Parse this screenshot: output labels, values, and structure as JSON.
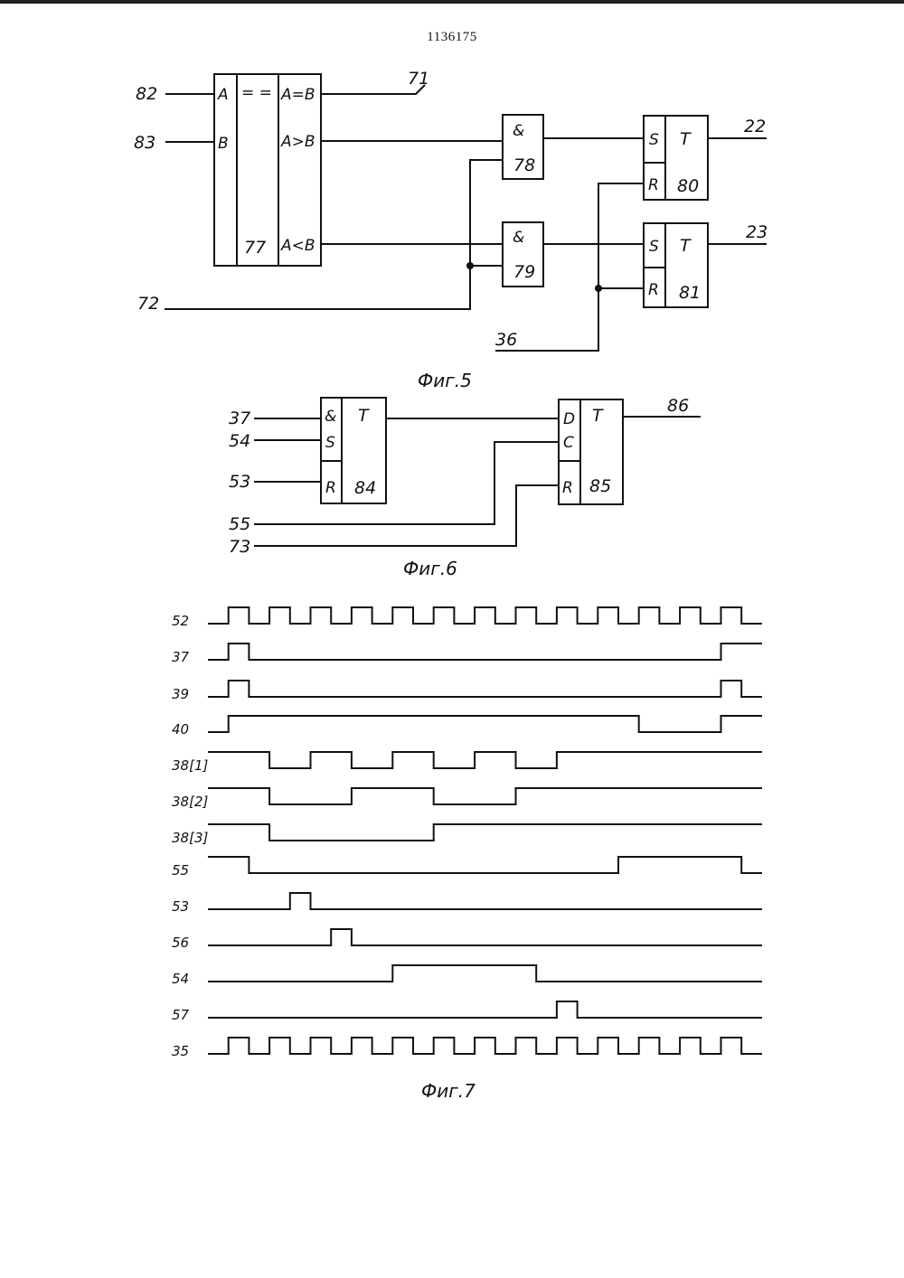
{
  "document": {
    "patent_number": "1136175"
  },
  "fig5": {
    "caption": "Фиг.5",
    "comparator": {
      "inputs": [
        "A",
        "B"
      ],
      "function": "= =",
      "number": "77",
      "outputs": [
        "A=B",
        "A>B",
        "A<B"
      ]
    },
    "and_gates": [
      {
        "symbol": "&",
        "number": "78"
      },
      {
        "symbol": "&",
        "number": "79"
      }
    ],
    "flipflops": [
      {
        "pins": [
          "S",
          "R"
        ],
        "type": "T",
        "number": "80"
      },
      {
        "pins": [
          "S",
          "R"
        ],
        "type": "T",
        "number": "81"
      }
    ],
    "inputs": {
      "a": "82",
      "b": "83",
      "c": "72",
      "d": "36"
    },
    "outputs": {
      "eq": "71",
      "q1": "22",
      "q2": "23"
    }
  },
  "fig6": {
    "caption": "Фиг.6",
    "trigger_84": {
      "pins": [
        "&",
        "S",
        "R"
      ],
      "type": "T",
      "number": "84"
    },
    "trigger_85": {
      "pins": [
        "D",
        "C",
        "R"
      ],
      "type": "T",
      "number": "85"
    },
    "inputs": [
      "37",
      "54",
      "53",
      "55",
      "73"
    ],
    "output": "86"
  },
  "fig7": {
    "caption": "Фиг.7",
    "signals": [
      {
        "name": "52",
        "levels": [
          0,
          1,
          0,
          1,
          0,
          1,
          0,
          1,
          0,
          1,
          0,
          1,
          0,
          1,
          0,
          1,
          0,
          1,
          0,
          1,
          0,
          1,
          0,
          1,
          0,
          1,
          0
        ]
      },
      {
        "name": "37",
        "levels": [
          0,
          1,
          0,
          0,
          0,
          0,
          0,
          0,
          0,
          0,
          0,
          0,
          0,
          0,
          0,
          0,
          0,
          0,
          0,
          0,
          0,
          0,
          0,
          0,
          0,
          1,
          1
        ]
      },
      {
        "name": "39",
        "levels": [
          0,
          1,
          0,
          0,
          0,
          0,
          0,
          0,
          0,
          0,
          0,
          0,
          0,
          0,
          0,
          0,
          0,
          0,
          0,
          0,
          0,
          0,
          0,
          0,
          0,
          1,
          0
        ]
      },
      {
        "name": "40",
        "levels": [
          0,
          1,
          1,
          1,
          1,
          1,
          1,
          1,
          1,
          1,
          1,
          1,
          1,
          1,
          1,
          1,
          1,
          1,
          1,
          1,
          1,
          0,
          0,
          0,
          0,
          1,
          1
        ]
      },
      {
        "name": "38[1]",
        "levels": [
          1,
          1,
          1,
          0,
          0,
          1,
          1,
          0,
          0,
          1,
          1,
          0,
          0,
          1,
          1,
          0,
          0,
          1,
          1,
          1,
          1,
          1,
          1,
          1,
          1,
          1,
          1
        ]
      },
      {
        "name": "38[2]",
        "levels": [
          1,
          1,
          1,
          0,
          0,
          0,
          0,
          1,
          1,
          1,
          1,
          0,
          0,
          0,
          0,
          1,
          1,
          1,
          1,
          1,
          1,
          1,
          1,
          1,
          1,
          1,
          1
        ]
      },
      {
        "name": "38[3]",
        "levels": [
          1,
          1,
          1,
          0,
          0,
          0,
          0,
          0,
          0,
          0,
          0,
          1,
          1,
          1,
          1,
          1,
          1,
          1,
          1,
          1,
          1,
          1,
          1,
          1,
          1,
          1,
          1
        ]
      },
      {
        "name": "55",
        "levels": [
          1,
          1,
          0,
          0,
          0,
          0,
          0,
          0,
          0,
          0,
          0,
          0,
          0,
          0,
          0,
          0,
          0,
          0,
          0,
          0,
          1,
          1,
          1,
          1,
          1,
          1,
          0
        ]
      },
      {
        "name": "53",
        "levels": [
          0,
          0,
          0,
          0,
          1,
          0,
          0,
          0,
          0,
          0,
          0,
          0,
          0,
          0,
          0,
          0,
          0,
          0,
          0,
          0,
          0,
          0,
          0,
          0,
          0,
          0,
          0
        ]
      },
      {
        "name": "56",
        "levels": [
          0,
          0,
          0,
          0,
          0,
          0,
          1,
          0,
          0,
          0,
          0,
          0,
          0,
          0,
          0,
          0,
          0,
          0,
          0,
          0,
          0,
          0,
          0,
          0,
          0,
          0,
          0
        ]
      },
      {
        "name": "54",
        "levels": [
          0,
          0,
          0,
          0,
          0,
          0,
          0,
          0,
          0,
          1,
          1,
          1,
          1,
          1,
          1,
          1,
          0,
          0,
          0,
          0,
          0,
          0,
          0,
          0,
          0,
          0,
          0
        ]
      },
      {
        "name": "57",
        "levels": [
          0,
          0,
          0,
          0,
          0,
          0,
          0,
          0,
          0,
          0,
          0,
          0,
          0,
          0,
          0,
          0,
          0,
          1,
          0,
          0,
          0,
          0,
          0,
          0,
          0,
          0,
          0
        ]
      },
      {
        "name": "35",
        "levels": [
          0,
          1,
          0,
          1,
          0,
          1,
          0,
          1,
          0,
          1,
          0,
          1,
          0,
          1,
          0,
          1,
          0,
          1,
          0,
          1,
          0,
          1,
          0,
          1,
          0,
          1,
          0
        ]
      }
    ]
  }
}
